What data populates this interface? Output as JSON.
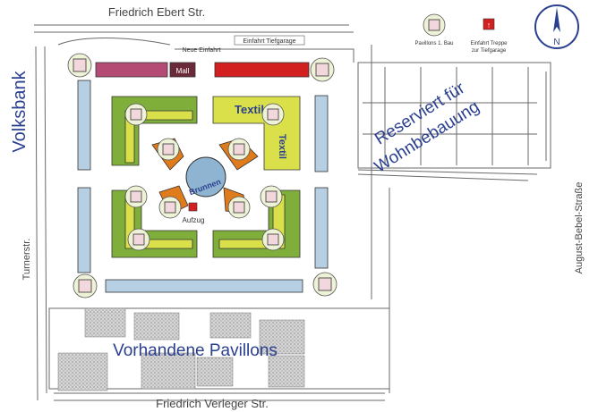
{
  "streets": {
    "north": "Friedrich Ebert Str.",
    "south": "Friedrich Verleger Str.",
    "west": "Turnerstr.",
    "east": "August-Bebel-Straße"
  },
  "labels": {
    "bank": "Volksbank",
    "reserved_line1": "Reserviert für",
    "reserved_line2": "Wohnbebauung",
    "pavilions": "Vorhandene Pavillons",
    "textil_a": "Textil",
    "textil_b": "Textil",
    "fountain": "Brunnen",
    "elevator": "Aufzug",
    "new_entrance": "Neue Einfahrt",
    "garage_entrance": "Einfahrt Tiefgarage",
    "mall": "Mall"
  },
  "legend": {
    "pavilion_label": "Pavillons 1. Bau",
    "stairs_label_1": "Einfahrt Treppe",
    "stairs_label_2": "zur Tiefgarage",
    "stairs_glyph": "↑"
  },
  "compass": {
    "letter": "N"
  },
  "colors": {
    "street_text": "#444444",
    "blue_text": "#2a3f8f",
    "light_blue": "#b7cfe3",
    "green": "#7fae3a",
    "yellow": "#d9e04a",
    "orange": "#e07b1c",
    "red": "#d21f1f",
    "magenta": "#b44b74",
    "maroon": "#6b2a3a",
    "pavilion_fill": "#f2d7dd"
  }
}
